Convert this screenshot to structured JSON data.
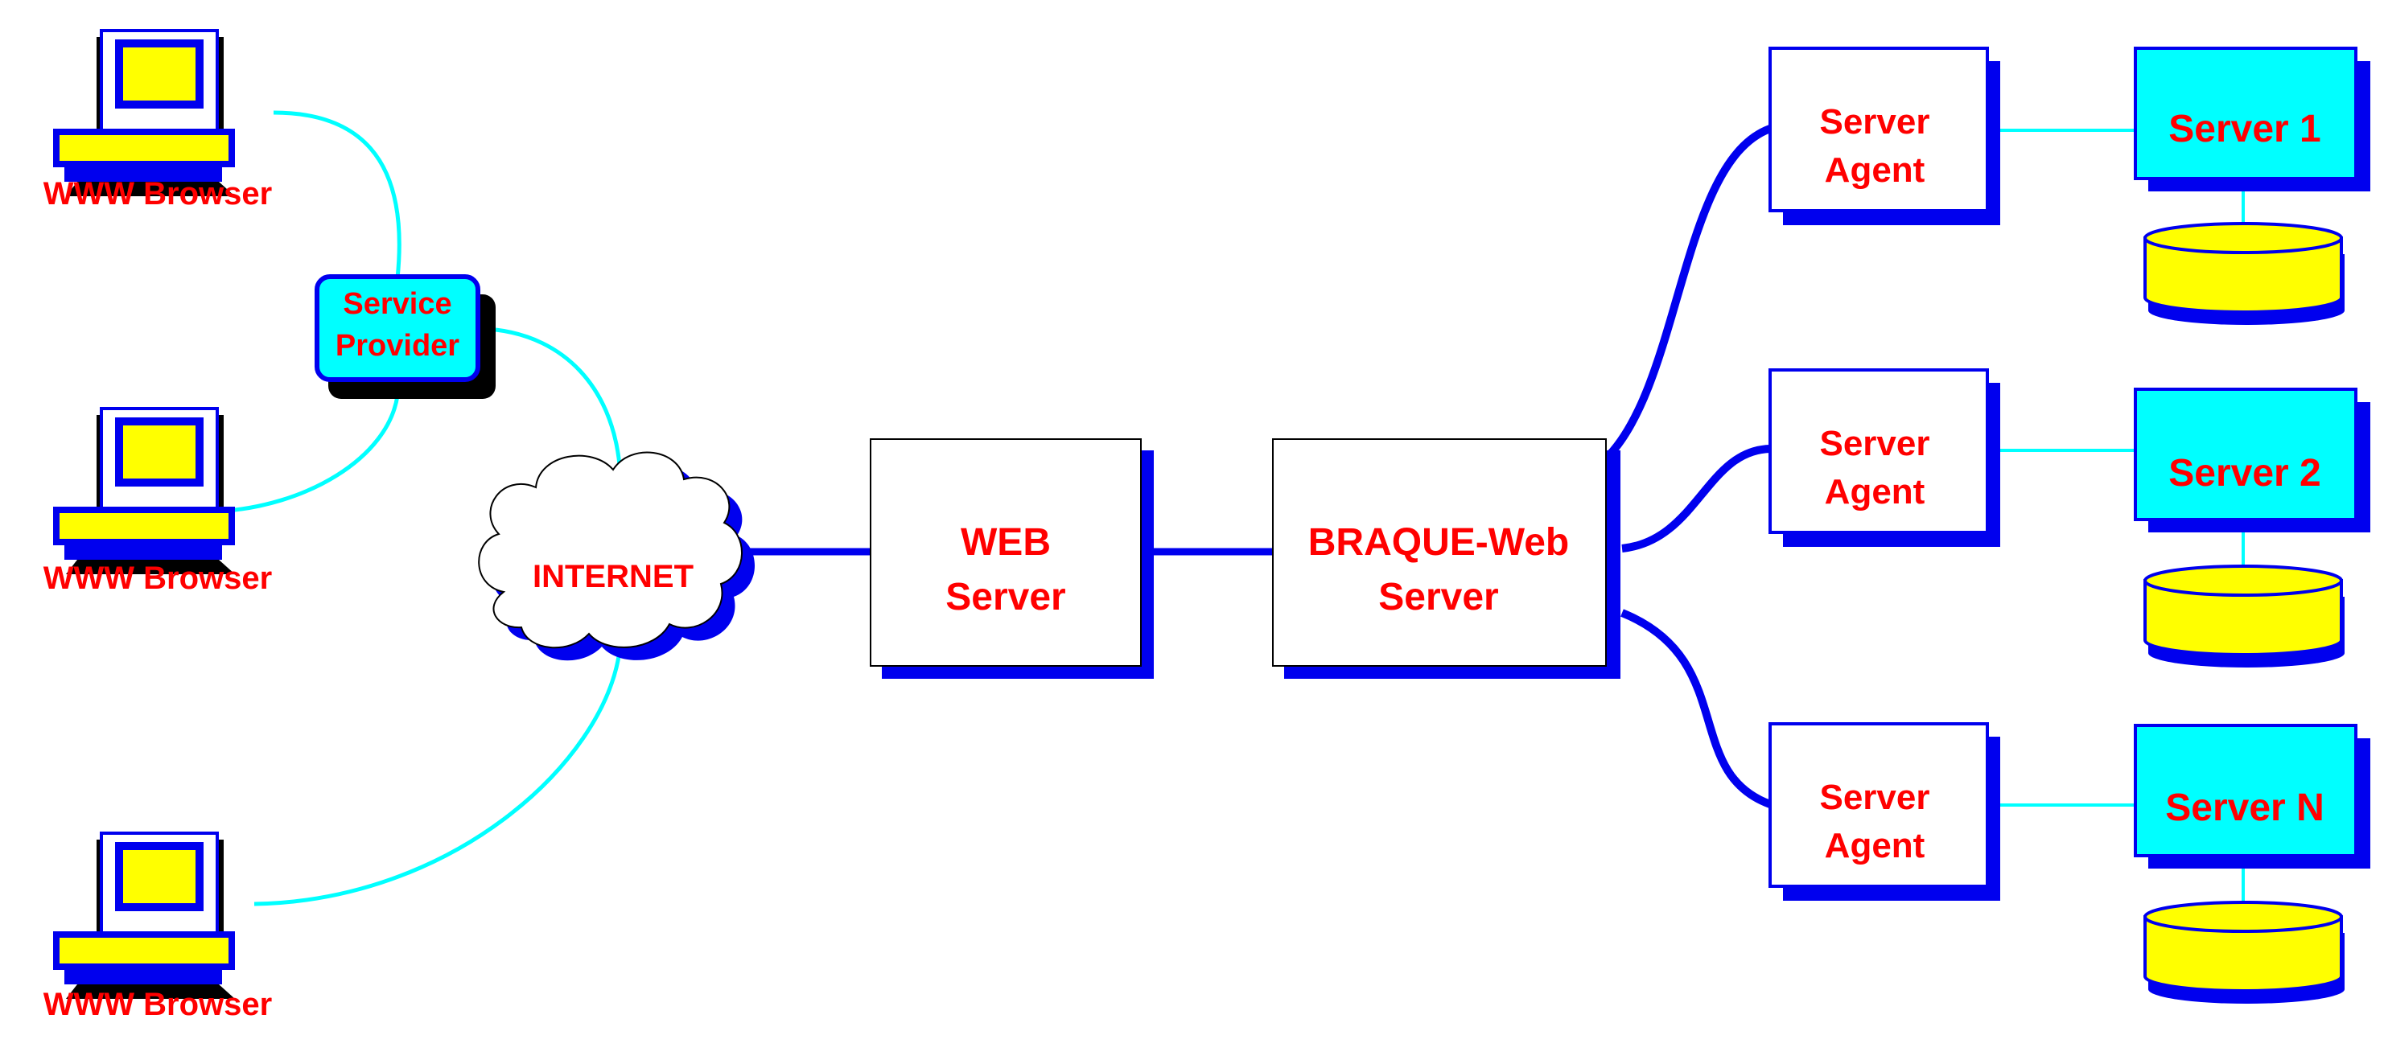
{
  "colors": {
    "label_red": "#ff0000",
    "link_blue": "#0000ee",
    "link_cyan": "#00ffff",
    "box_shadow_blue": "#0000ee",
    "server_fill_cyan": "#00ffff",
    "disk_fill_yellow": "#ffff00",
    "screen_yellow": "#ffff00"
  },
  "icons": {
    "browser": "computer-icon",
    "cloud": "cloud-icon",
    "database": "database-disk-icon"
  },
  "browsers": [
    {
      "label": "WWW Browser"
    },
    {
      "label": "WWW Browser"
    },
    {
      "label": "WWW Browser"
    }
  ],
  "service_provider": {
    "line1": "Service",
    "line2": "Provider"
  },
  "internet": {
    "label": "INTERNET"
  },
  "web_server": {
    "line1": "WEB",
    "line2": "Server"
  },
  "braque_server": {
    "line1": "BRAQUE-Web",
    "line2": "Server"
  },
  "agents": [
    {
      "line1": "Server",
      "line2": "Agent"
    },
    {
      "line1": "Server",
      "line2": "Agent"
    },
    {
      "line1": "Server",
      "line2": "Agent"
    }
  ],
  "servers": [
    {
      "label": "Server 1"
    },
    {
      "label": "Server 2"
    },
    {
      "label": "Server N"
    }
  ]
}
